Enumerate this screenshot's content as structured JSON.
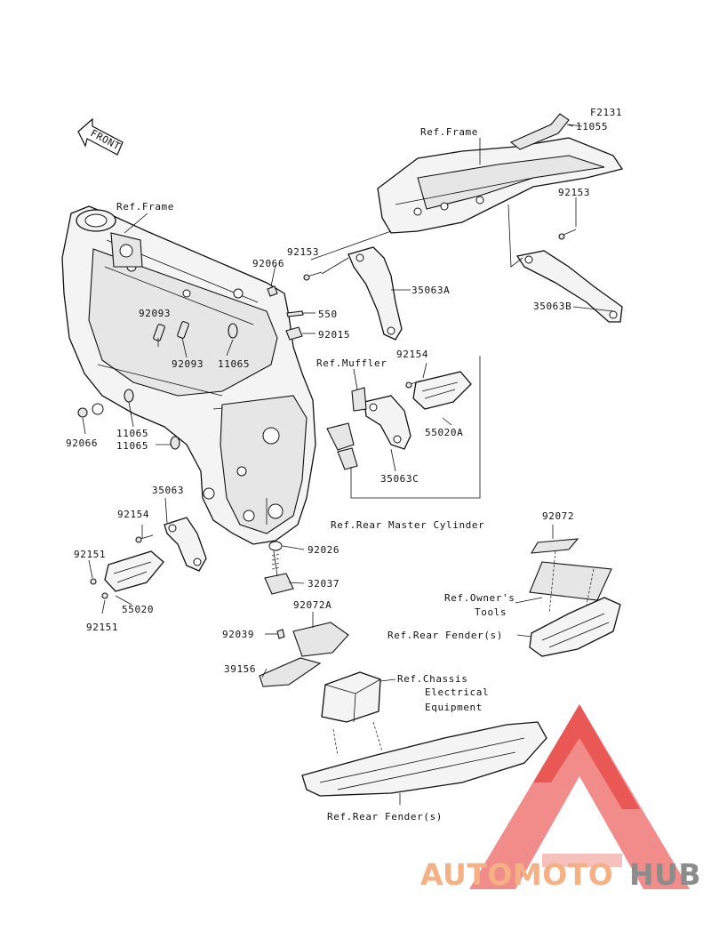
{
  "figure_code": "F2131",
  "front_arrow_text": "FRONT",
  "callouts": [
    {
      "id": "ref-frame-top",
      "text": "Ref.Frame"
    },
    {
      "id": "p11055",
      "text": "11055"
    },
    {
      "id": "p92153-r",
      "text": "92153"
    },
    {
      "id": "p35063b",
      "text": "35063B"
    },
    {
      "id": "ref-frame-left",
      "text": "Ref.Frame"
    },
    {
      "id": "p92066-top",
      "text": "92066"
    },
    {
      "id": "p92153-mid",
      "text": "92153"
    },
    {
      "id": "p35063a",
      "text": "35063A"
    },
    {
      "id": "p550",
      "text": "550"
    },
    {
      "id": "p92015",
      "text": "92015"
    },
    {
      "id": "p92093-a",
      "text": "92093"
    },
    {
      "id": "p92093-b",
      "text": "92093"
    },
    {
      "id": "p11065-a",
      "text": "11065"
    },
    {
      "id": "ref-muffler",
      "text": "Ref.Muffler"
    },
    {
      "id": "p92154-r",
      "text": "92154"
    },
    {
      "id": "p92066-left",
      "text": "92066"
    },
    {
      "id": "p11065-b",
      "text": "11065"
    },
    {
      "id": "p11065-c",
      "text": "11065"
    },
    {
      "id": "p55020a",
      "text": "55020A"
    },
    {
      "id": "p35063c",
      "text": "35063C"
    },
    {
      "id": "p35063",
      "text": "35063"
    },
    {
      "id": "p92154-l",
      "text": "92154"
    },
    {
      "id": "ref-rear-master",
      "text": "Ref.Rear Master Cylinder"
    },
    {
      "id": "p92072",
      "text": "92072"
    },
    {
      "id": "p92151-a",
      "text": "92151"
    },
    {
      "id": "p92026",
      "text": "92026"
    },
    {
      "id": "p32037",
      "text": "32037"
    },
    {
      "id": "p55020",
      "text": "55020"
    },
    {
      "id": "ref-owners-1",
      "text": "Ref.Owner's"
    },
    {
      "id": "ref-owners-2",
      "text": "Tools"
    },
    {
      "id": "p92151-b",
      "text": "92151"
    },
    {
      "id": "p92072a",
      "text": "92072A"
    },
    {
      "id": "ref-rear-fender-a",
      "text": "Ref.Rear Fender(s)"
    },
    {
      "id": "p92039",
      "text": "92039"
    },
    {
      "id": "p39156",
      "text": "39156"
    },
    {
      "id": "ref-chassis-1",
      "text": "Ref.Chassis"
    },
    {
      "id": "ref-chassis-2",
      "text": "Electrical"
    },
    {
      "id": "ref-chassis-3",
      "text": "Equipment"
    },
    {
      "id": "ref-rear-fender-b",
      "text": "Ref.Rear Fender(s)"
    }
  ],
  "watermark": {
    "part1": "AUTOMOTO",
    "part2": "HUB",
    "color1": "#f5b183",
    "color2": "#8c8c8c",
    "triangle_color": "#e8403e"
  }
}
